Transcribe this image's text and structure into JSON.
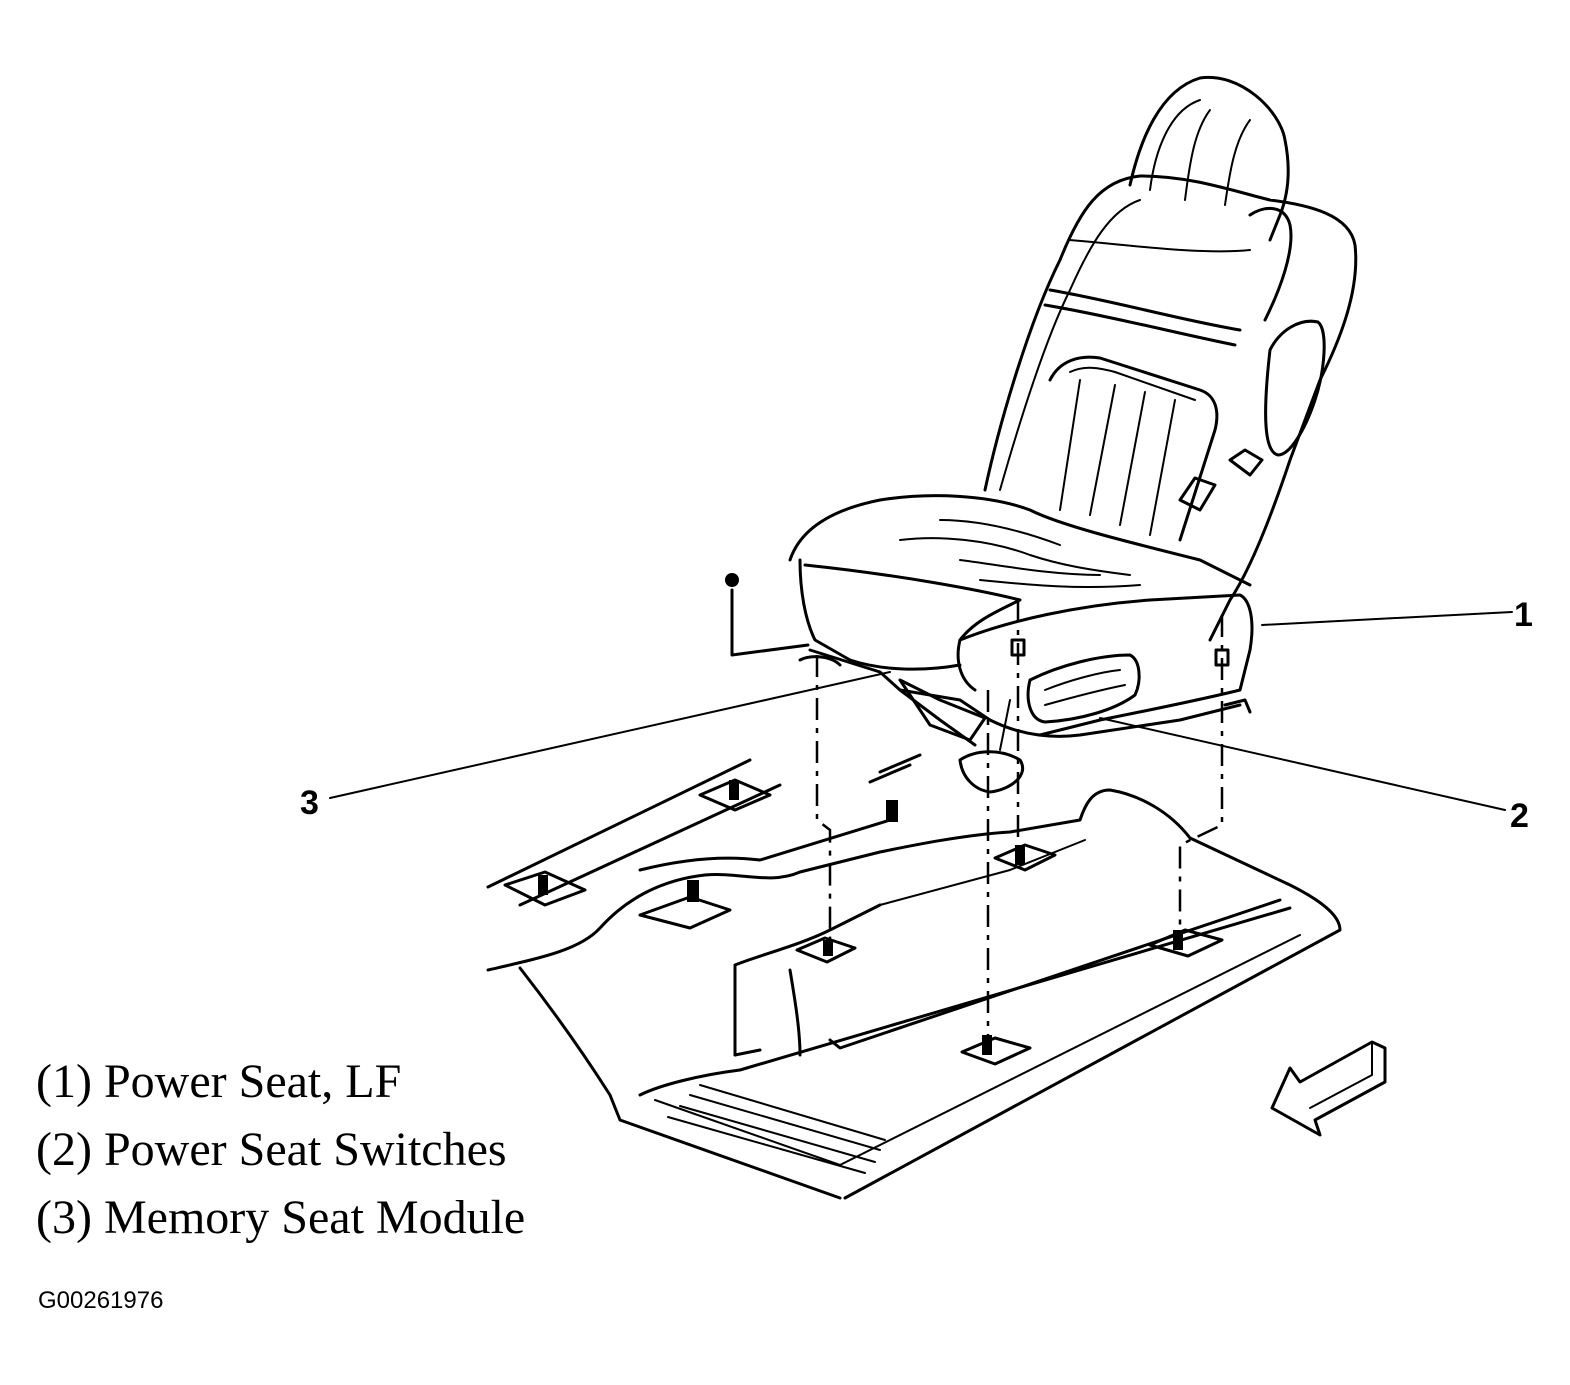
{
  "callouts": [
    {
      "number": "1"
    },
    {
      "number": "2"
    },
    {
      "number": "3"
    }
  ],
  "legend": [
    {
      "text": "(1) Power Seat, LF"
    },
    {
      "text": "(2) Power Seat Switches"
    },
    {
      "text": "(3) Memory Seat Module"
    }
  ],
  "figure_id": "G00261976",
  "icons": {
    "direction_arrow": "front-direction-arrow-icon"
  }
}
